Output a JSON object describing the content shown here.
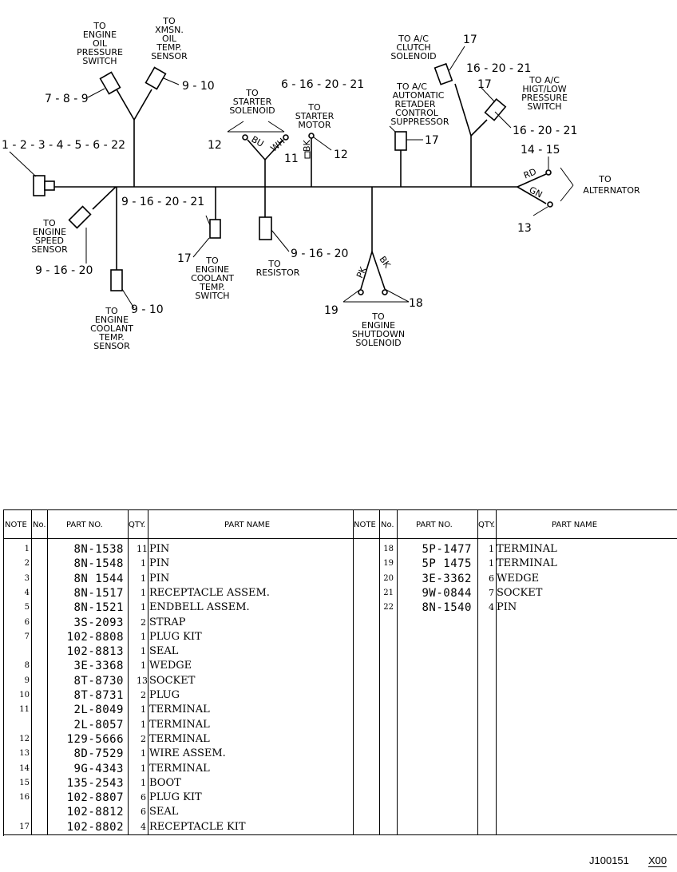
{
  "diagram": {
    "labels": {
      "oil_pressure": [
        "TO",
        "ENGINE",
        "OIL",
        "PRESSURE",
        "SWITCH"
      ],
      "xmsn": [
        "TO",
        "XMSN.",
        "OIL",
        "TEMP.",
        "SENSOR"
      ],
      "starter_solenoid": [
        "TO",
        "STARTER",
        "SOLENOID"
      ],
      "starter_motor": [
        "TO",
        "STARTER",
        "MOTOR"
      ],
      "retarder": [
        "TO A/C",
        "AUTOMATIC",
        "RETADER",
        "CONTROL",
        "SUPPRESSOR"
      ],
      "ac_clutch": [
        "TO A/C",
        "CLUTCH",
        "SOLENOID"
      ],
      "hi_lo": [
        "TO A/C",
        "HIGT/LOW",
        "PRESSURE",
        "SWITCH"
      ],
      "alternator": [
        "TO",
        "ALTERNATOR"
      ],
      "speed_sensor": [
        "TO",
        "ENGINE",
        "SPEED",
        "SENSOR"
      ],
      "coolant_switch": [
        "TO",
        "ENGINE",
        "COOLANT",
        "TEMP.",
        "SWITCH"
      ],
      "resistor": [
        "TO",
        "RESISTOR"
      ],
      "coolant_sensor": [
        "TO",
        "ENGINE",
        "COOLANT",
        "TEMP.",
        "SENSOR"
      ],
      "shutdown": [
        "TO",
        "ENGINE",
        "SHUTDOWN",
        "SOLENOID"
      ]
    },
    "callouts": {
      "c_7_8_9": "7 - 8 - 9",
      "c_9_10_top": "9 - 10",
      "c_1_22": "1 - 2 - 3 - 4 - 5 - 6 - 22",
      "c_12a": "12",
      "c_11": "11",
      "c_12b": "12",
      "c_6_16_20_21": "6 - 16 - 20 - 21",
      "c_17a": "17",
      "c_17b": "17",
      "c_16_20_21a": "16 - 20 - 21",
      "c_17c": "17",
      "c_16_20_21b": "16 - 20 - 21",
      "c_14_15": "14 - 15",
      "c_13": "13",
      "c_9_16_20_21": "9 - 16 - 20 - 21",
      "c_9_16_20a": "9 - 16 - 20",
      "c_17d": "17",
      "c_9_16_20b": "9 - 16 - 20",
      "c_9_10_bot": "9 - 10",
      "c_19": "19",
      "c_18": "18"
    },
    "wires": {
      "bu": "BU",
      "wh": "WH",
      "bk_motor": "BK",
      "rd": "RD",
      "gn": "GN",
      "pk": "PK",
      "bk_sol": "BK"
    }
  },
  "table": {
    "headers": {
      "note": "NOTE",
      "no": "No.",
      "part_no": "PART NO.",
      "qty": "QTY.",
      "part_name": "PART NAME"
    },
    "left": [
      {
        "no": "1",
        "part": "8N-1538",
        "qty": "11",
        "name": "PIN"
      },
      {
        "no": "2",
        "part": "8N-1548",
        "qty": "1",
        "name": "PIN"
      },
      {
        "no": "3",
        "part": "8N 1544",
        "qty": "1",
        "name": "PIN"
      },
      {
        "no": "4",
        "part": "8N-1517",
        "qty": "1",
        "name": "RECEPTACLE ASSEM."
      },
      {
        "no": "5",
        "part": "8N-1521",
        "qty": "1",
        "name": "ENDBELL ASSEM."
      },
      {
        "no": "6",
        "part": "3S-2093",
        "qty": "2",
        "name": "STRAP"
      },
      {
        "no": "7",
        "part": "102-8808",
        "qty": "1",
        "name": "PLUG KIT"
      },
      {
        "no": "",
        "part": "102-8813",
        "qty": "1",
        "name": "SEAL"
      },
      {
        "no": "8",
        "part": "3E-3368",
        "qty": "1",
        "name": "WEDGE"
      },
      {
        "no": "9",
        "part": "8T-8730",
        "qty": "13",
        "name": "SOCKET"
      },
      {
        "no": "10",
        "part": "8T-8731",
        "qty": "2",
        "name": "PLUG"
      },
      {
        "no": "11",
        "part": "2L-8049",
        "qty": "1",
        "name": "TERMINAL"
      },
      {
        "no": "",
        "part": "2L-8057",
        "qty": "1",
        "name": "TERMINAL"
      },
      {
        "no": "12",
        "part": "129-5666",
        "qty": "2",
        "name": "TERMINAL"
      },
      {
        "no": "13",
        "part": "8D-7529",
        "qty": "1",
        "name": "WIRE ASSEM."
      },
      {
        "no": "14",
        "part": "9G-4343",
        "qty": "1",
        "name": "TERMINAL"
      },
      {
        "no": "15",
        "part": "135-2543",
        "qty": "1",
        "name": "BOOT"
      },
      {
        "no": "16",
        "part": "102-8807",
        "qty": "6",
        "name": "PLUG KIT"
      },
      {
        "no": "",
        "part": "102-8812",
        "qty": "6",
        "name": "SEAL"
      },
      {
        "no": "17",
        "part": "102-8802",
        "qty": "4",
        "name": "RECEPTACLE KIT"
      }
    ],
    "right": [
      {
        "no": "18",
        "part": "5P-1477",
        "qty": "1",
        "name": "TERMINAL"
      },
      {
        "no": "19",
        "part": "5P 1475",
        "qty": "1",
        "name": "TERMINAL"
      },
      {
        "no": "20",
        "part": "3E-3362",
        "qty": "6",
        "name": "WEDGE"
      },
      {
        "no": "21",
        "part": "9W-0844",
        "qty": "7",
        "name": "SOCKET"
      },
      {
        "no": "22",
        "part": "8N-1540",
        "qty": "4",
        "name": "PIN"
      }
    ]
  },
  "footer": {
    "drawing_no": "J100151",
    "rev": "X00"
  }
}
